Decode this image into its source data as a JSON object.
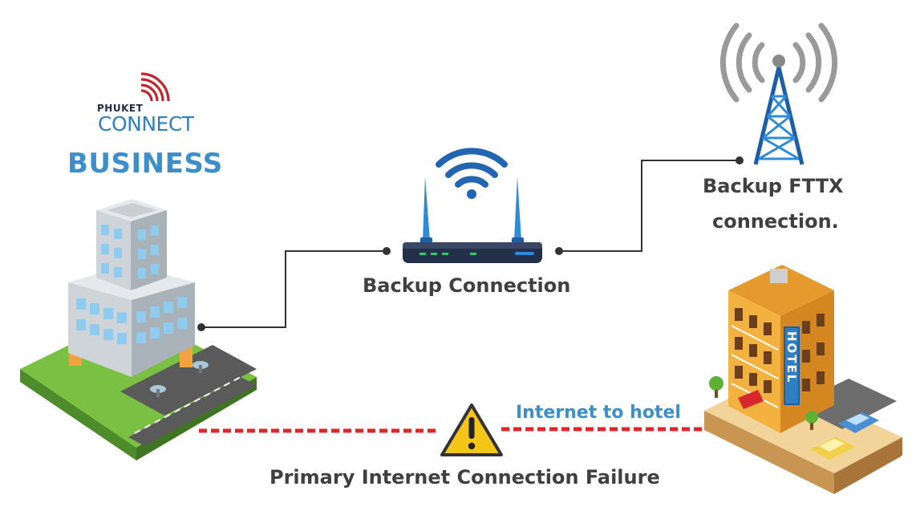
{
  "logo": {
    "line1": "PHUKET",
    "line2": "CONNECT"
  },
  "labels": {
    "business": "BUSINESS",
    "backup_connection": "Backup Connection",
    "fttx_line1": "Backup FTTX",
    "fttx_line2": "connection.",
    "internet_to_hotel": "Internet to hotel",
    "primary_failure": "Primary Internet Connection Failure"
  },
  "hotel_sign": "HOTEL",
  "colors": {
    "brand_blue": "#3d8fcc",
    "brand_red": "#c0272d",
    "text_dark": "#404040",
    "failure_line": "#e0262a",
    "connector": "#333333",
    "warning_yellow": "#f5c518"
  }
}
